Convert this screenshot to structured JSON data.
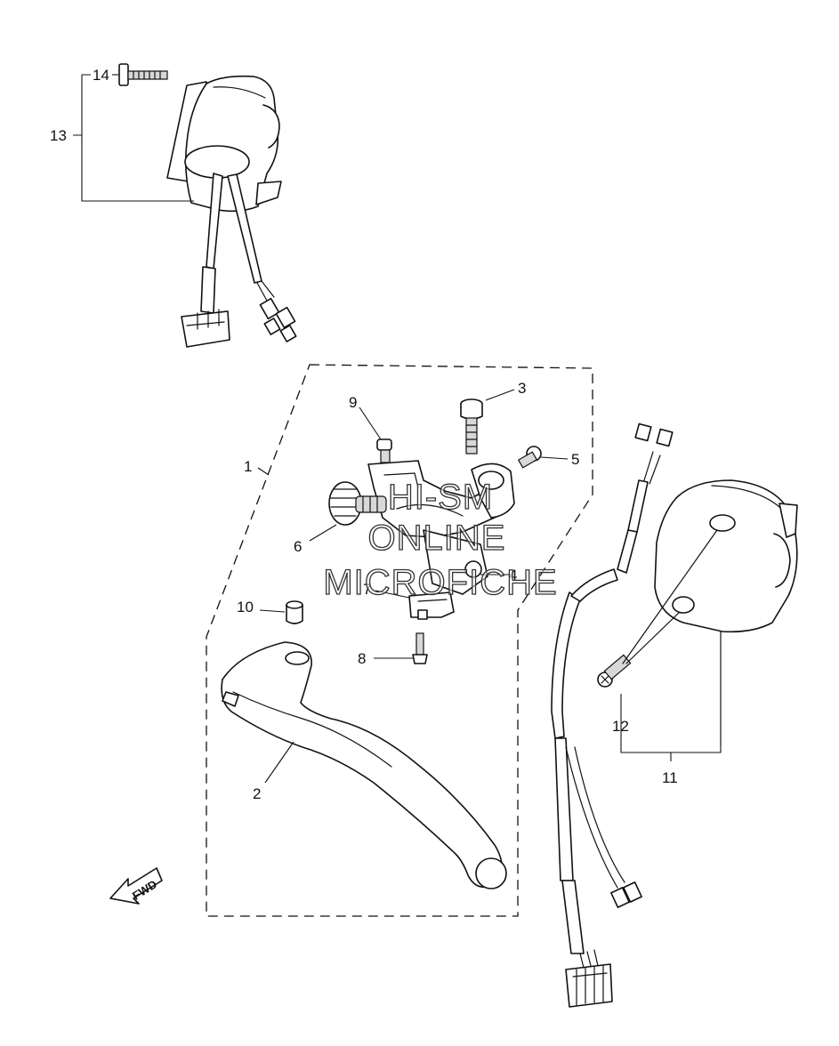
{
  "callouts": {
    "c1": "1",
    "c2": "2",
    "c3": "3",
    "c4": "4",
    "c5": "5",
    "c6": "6",
    "c7": "7",
    "c8": "8",
    "c9": "9",
    "c10": "10",
    "c11": "11",
    "c12": "12",
    "c13": "13",
    "c14": "14"
  },
  "watermark": {
    "line1": "HI-SM",
    "line2": "ONLINE",
    "line3": "MICROFICHE"
  },
  "direction": {
    "label": "FWD"
  },
  "colors": {
    "ink": "#111111",
    "paper": "#ffffff",
    "shade": "#d8d8d8"
  },
  "icons": {
    "direction": "fwd-arrow-icon"
  }
}
